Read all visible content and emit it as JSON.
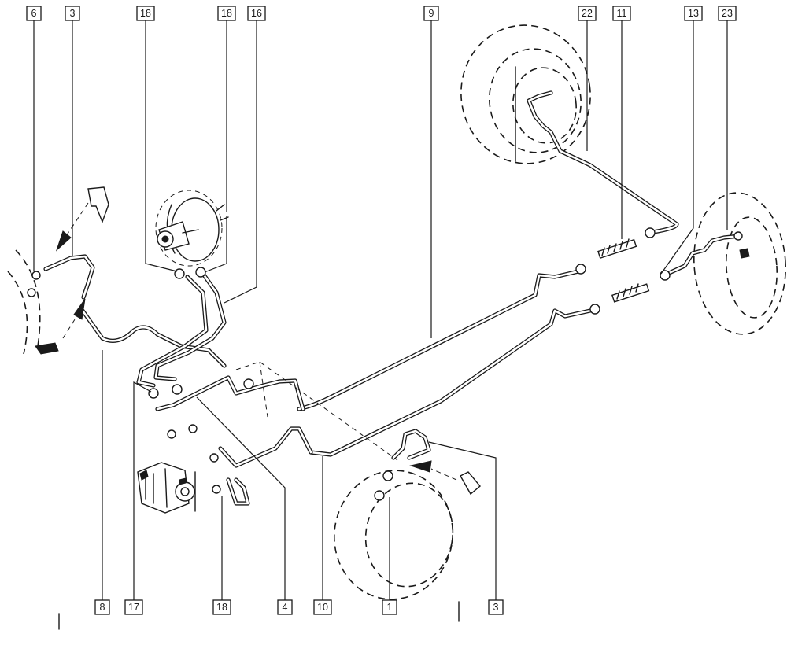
{
  "callouts_top": [
    "6",
    "3",
    "18",
    "18",
    "16",
    "9",
    "22",
    "11",
    "13",
    "23"
  ],
  "callouts_bottom": [
    "8",
    "17",
    "18",
    "4",
    "10",
    "1",
    "3"
  ],
  "colors": {
    "line": "#1a1a1a",
    "background": "#ffffff"
  },
  "icons": [
    "arrow-icon",
    "brake-servo-icon",
    "master-cylinder-icon",
    "wheel-outline-icon",
    "flexible-hose-icon",
    "union-nut-icon",
    "clip-icon",
    "abs-unit-icon"
  ]
}
